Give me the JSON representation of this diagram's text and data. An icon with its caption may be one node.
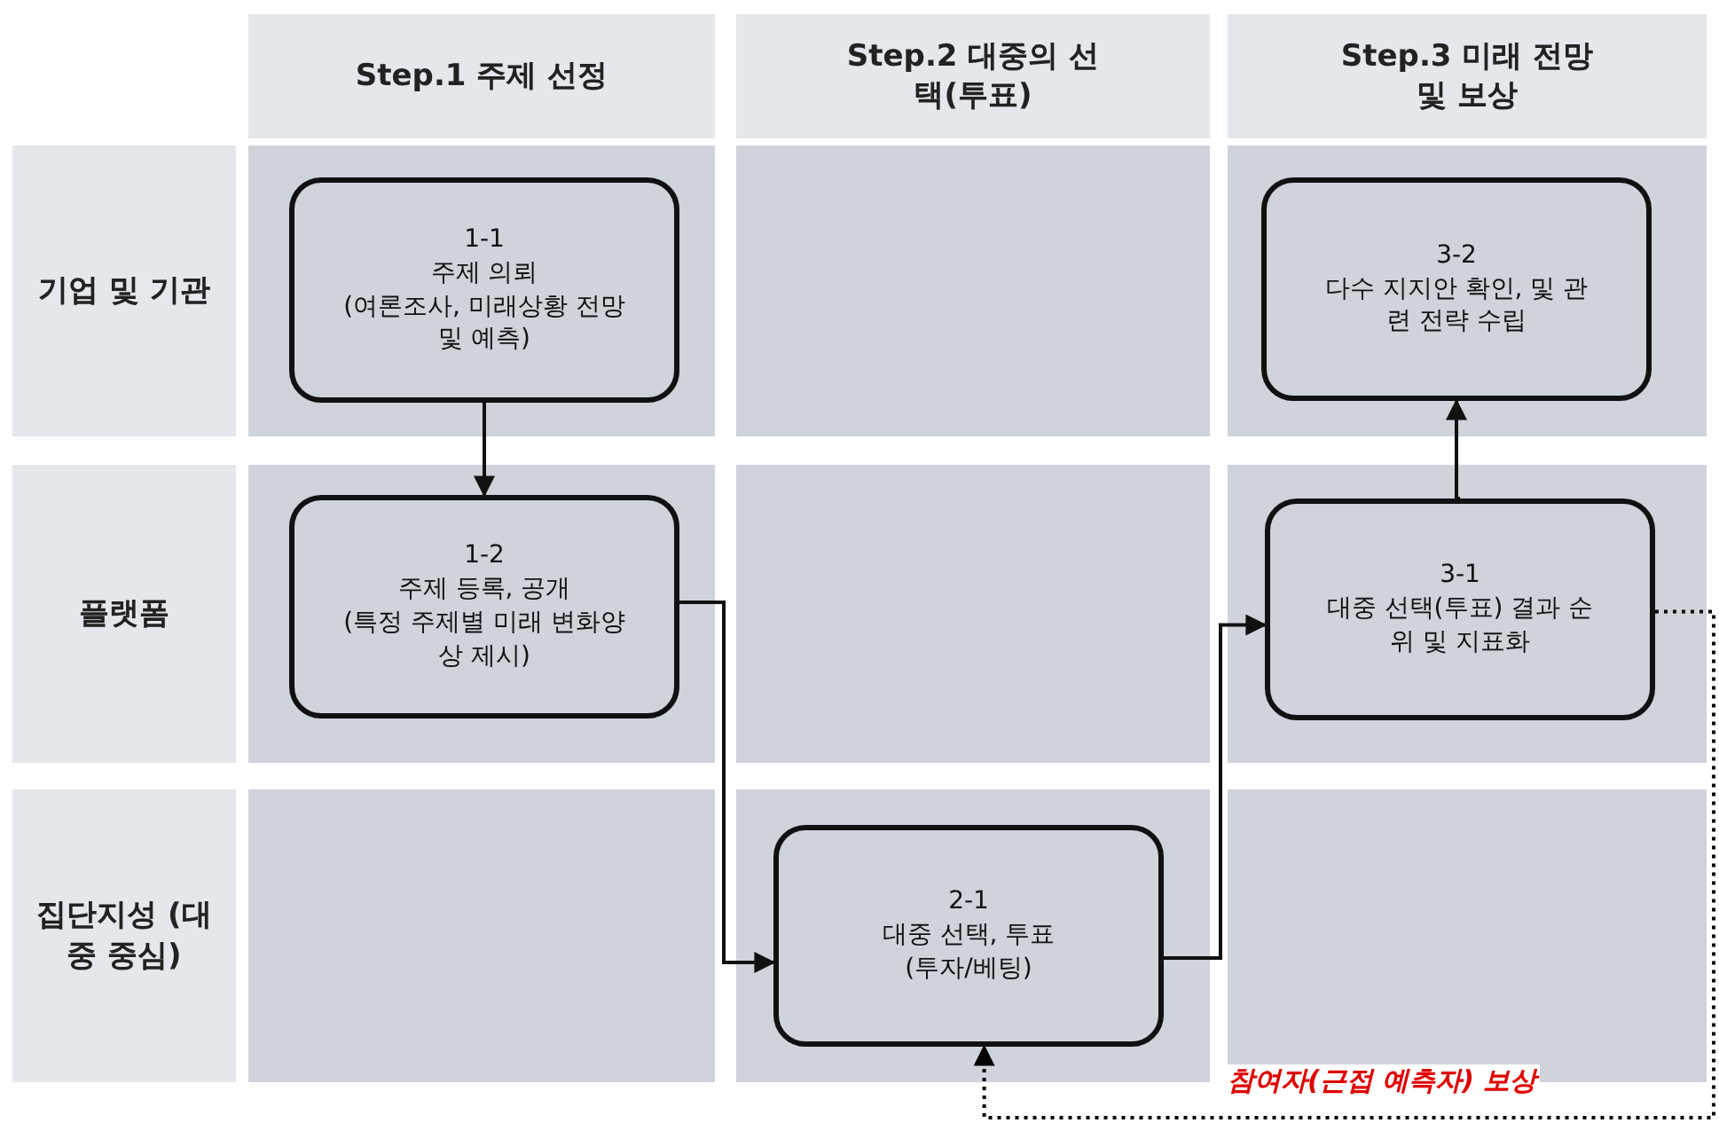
{
  "diagram": {
    "nodes": [
      {
        "text": [
          "1-1",
          "주제 의뢰",
          "(여론조사, 미래상황 전망 및 예측)"
        ]
      },
      {
        "text": [
          "1-2",
          "주제 등록, 공개",
          "(특정 주제별 미래 변화양상 제시)"
        ]
      },
      {
        "text": [
          "2-1",
          "대중 선택, 투표",
          "(투자/베팅)"
        ]
      },
      {
        "text": [
          "3-1",
          "대중 선택(투표) 결과 순위 및 지표화"
        ]
      },
      {
        "text": [
          "3-2",
          "다수 지지안 확인, 및 관련 전략 수립"
        ]
      }
    ],
    "edges": [
      {
        "from": 0,
        "to": 1,
        "arrow": "to"
      },
      {
        "from": 1,
        "to": 2,
        "arrow": "to"
      },
      {
        "from": 2,
        "to": 3,
        "arrow": "to"
      },
      {
        "from": 3,
        "to": 4,
        "arrow": "to"
      },
      {
        "from": 3,
        "to": 2,
        "arrow": "to",
        "style": "dashed",
        "label": "참여자(근접 예측자) 보상",
        "color": "#000000"
      }
    ],
    "labels": [
      "Step.1 주제 선정",
      "Step.2 대중의 선택(투표)",
      "Step.3 미래 전망 및 보상",
      "기업 및 기관",
      "플랫폼",
      "집단지성 (대중 중심)"
    ]
  }
}
